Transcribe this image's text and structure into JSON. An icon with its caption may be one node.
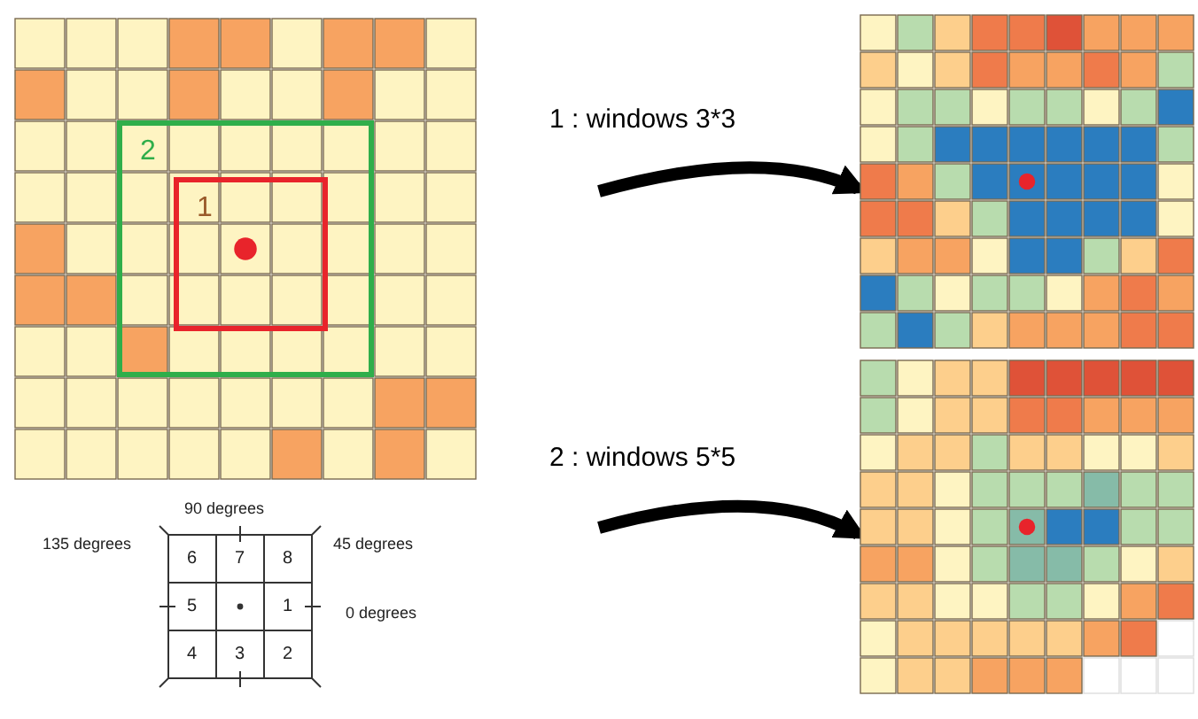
{
  "diagram": {
    "nodes": [
      {
        "text": [],
        "shape": "grid"
      },
      {
        "text": [
          "2"
        ],
        "in": 0
      },
      {
        "text": [
          "1"
        ],
        "in": 1
      },
      {
        "text": [],
        "shape": "grid"
      },
      {
        "text": [],
        "shape": "grid"
      }
    ],
    "edges": [
      {
        "from": null,
        "to": 3,
        "arrow": "to",
        "label": "1 : windows 3*3"
      },
      {
        "from": null,
        "to": 4,
        "arrow": "to",
        "label": "2 : windows 5*5"
      }
    ],
    "labels": [
      "90 degrees",
      "135 degrees",
      "45 degrees",
      "0 degrees",
      "6",
      "7",
      "8",
      "5",
      "1",
      "4",
      "3",
      "2"
    ]
  }
}
